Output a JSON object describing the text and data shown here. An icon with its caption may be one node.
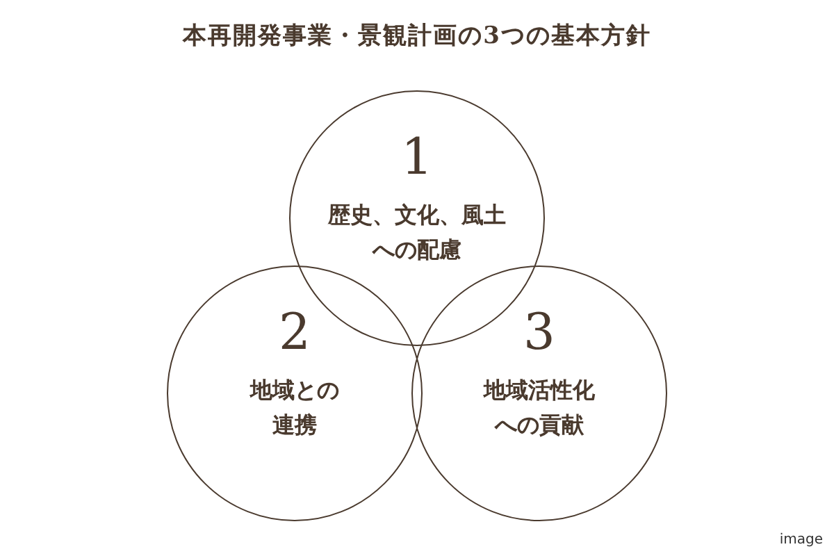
{
  "diagram": {
    "title": "本再開発事業・景観計画の3つの基本方針",
    "nodes": [
      {
        "text": [
          "1",
          "歴史、文化、風土への配慮"
        ]
      },
      {
        "text": [
          "2",
          "地域との連携"
        ]
      },
      {
        "text": [
          "3",
          "地域活性化への貢献"
        ]
      }
    ],
    "labels": [
      "image"
    ]
  }
}
